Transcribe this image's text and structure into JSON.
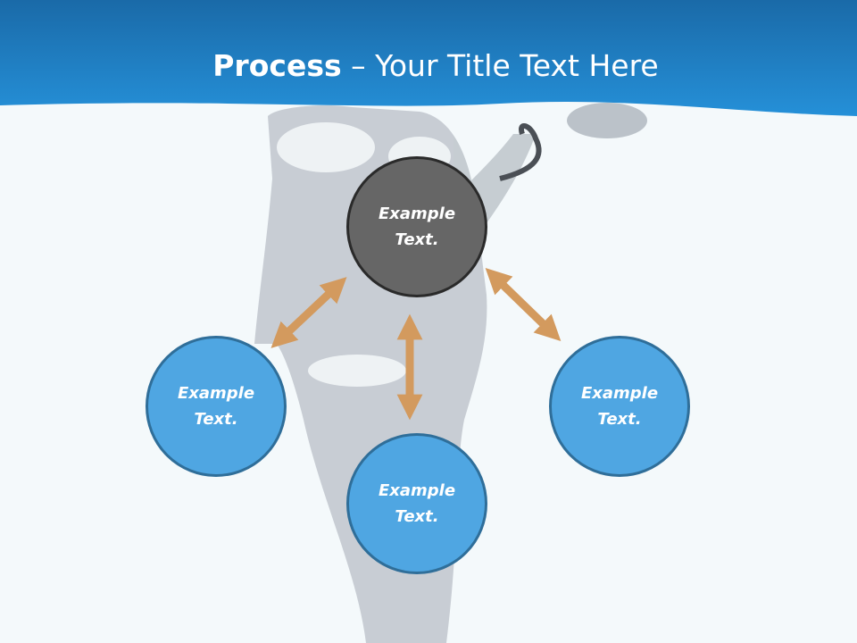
{
  "slide": {
    "title_bold": "Process",
    "title_rest": " – Your Title Text Here"
  },
  "nodes": {
    "top": {
      "label": "Example\nText."
    },
    "left": {
      "label": "Example\nText."
    },
    "bottom": {
      "label": "Example\nText."
    },
    "right": {
      "label": "Example\nText."
    }
  },
  "colors": {
    "header_blue": "#1f86cc",
    "node_blue": "#4fa6e2",
    "node_center": "#666666",
    "arrow": "#d39a5e"
  }
}
